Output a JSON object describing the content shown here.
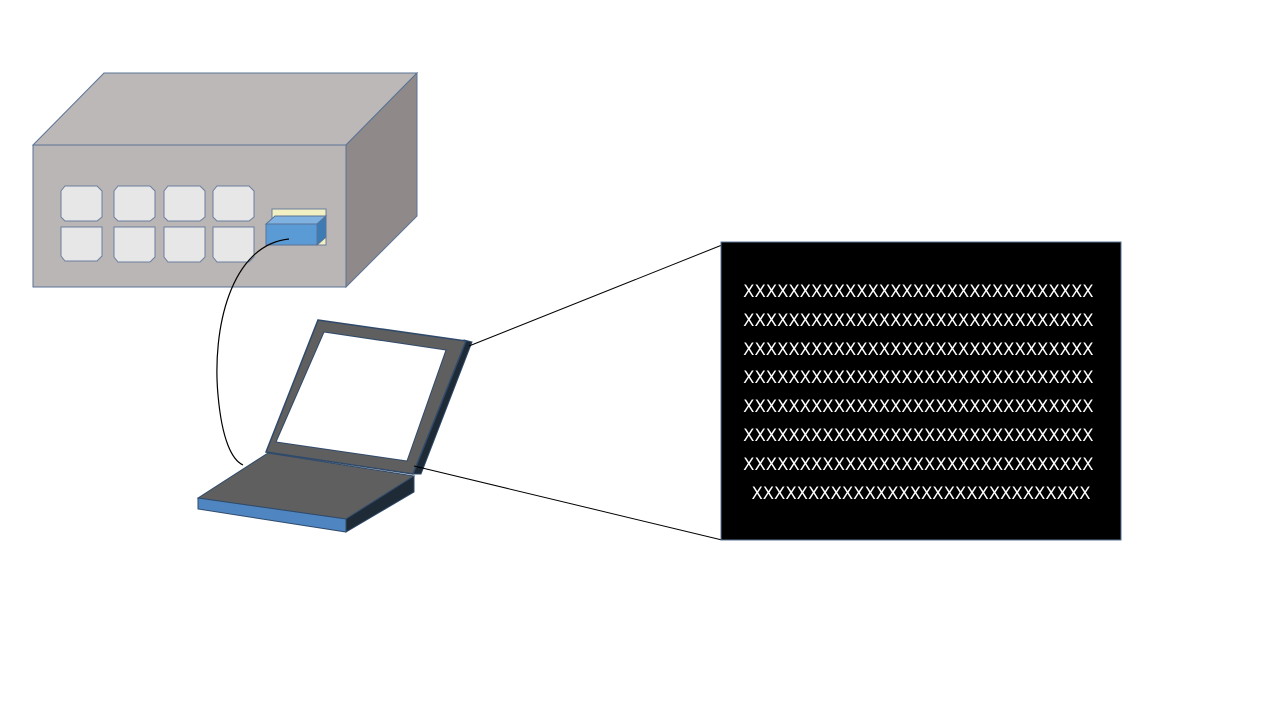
{
  "colors": {
    "switch_front": "#bab6b5",
    "switch_top": "#bcb8b7",
    "switch_side": "#8f8a89",
    "switch_edge": "#5a7396",
    "port_fill": "#e8e7e8",
    "port_edge": "#6a7f9e",
    "connector_blue": "#5b9bd5",
    "connector_top": "#7fb2e0",
    "connector_side": "#3d7bb5",
    "connector_socket": "#f2f0c2",
    "laptop_dark": "#5f5f5f",
    "laptop_edge": "#2f4a6b",
    "laptop_blue": "#4f86c1",
    "laptop_side": "#1e2a36",
    "console_bg": "#000000",
    "console_text": "#ffffff",
    "cable": "#000000"
  },
  "console": {
    "lines": [
      "XXXXXXXXXXXXXXXXXXXXXXXXXXXXXXX",
      "XXXXXXXXXXXXXXXXXXXXXXXXXXXXXXX",
      "XXXXXXXXXXXXXXXXXXXXXXXXXXXXXXX",
      "XXXXXXXXXXXXXXXXXXXXXXXXXXXXXXX",
      "XXXXXXXXXXXXXXXXXXXXXXXXXXXXXXX",
      "XXXXXXXXXXXXXXXXXXXXXXXXXXXXXXX",
      "XXXXXXXXXXXXXXXXXXXXXXXXXXXXXXX",
      "XXXXXXXXXXXXXXXXXXXXXXXXXXXXXX"
    ]
  }
}
